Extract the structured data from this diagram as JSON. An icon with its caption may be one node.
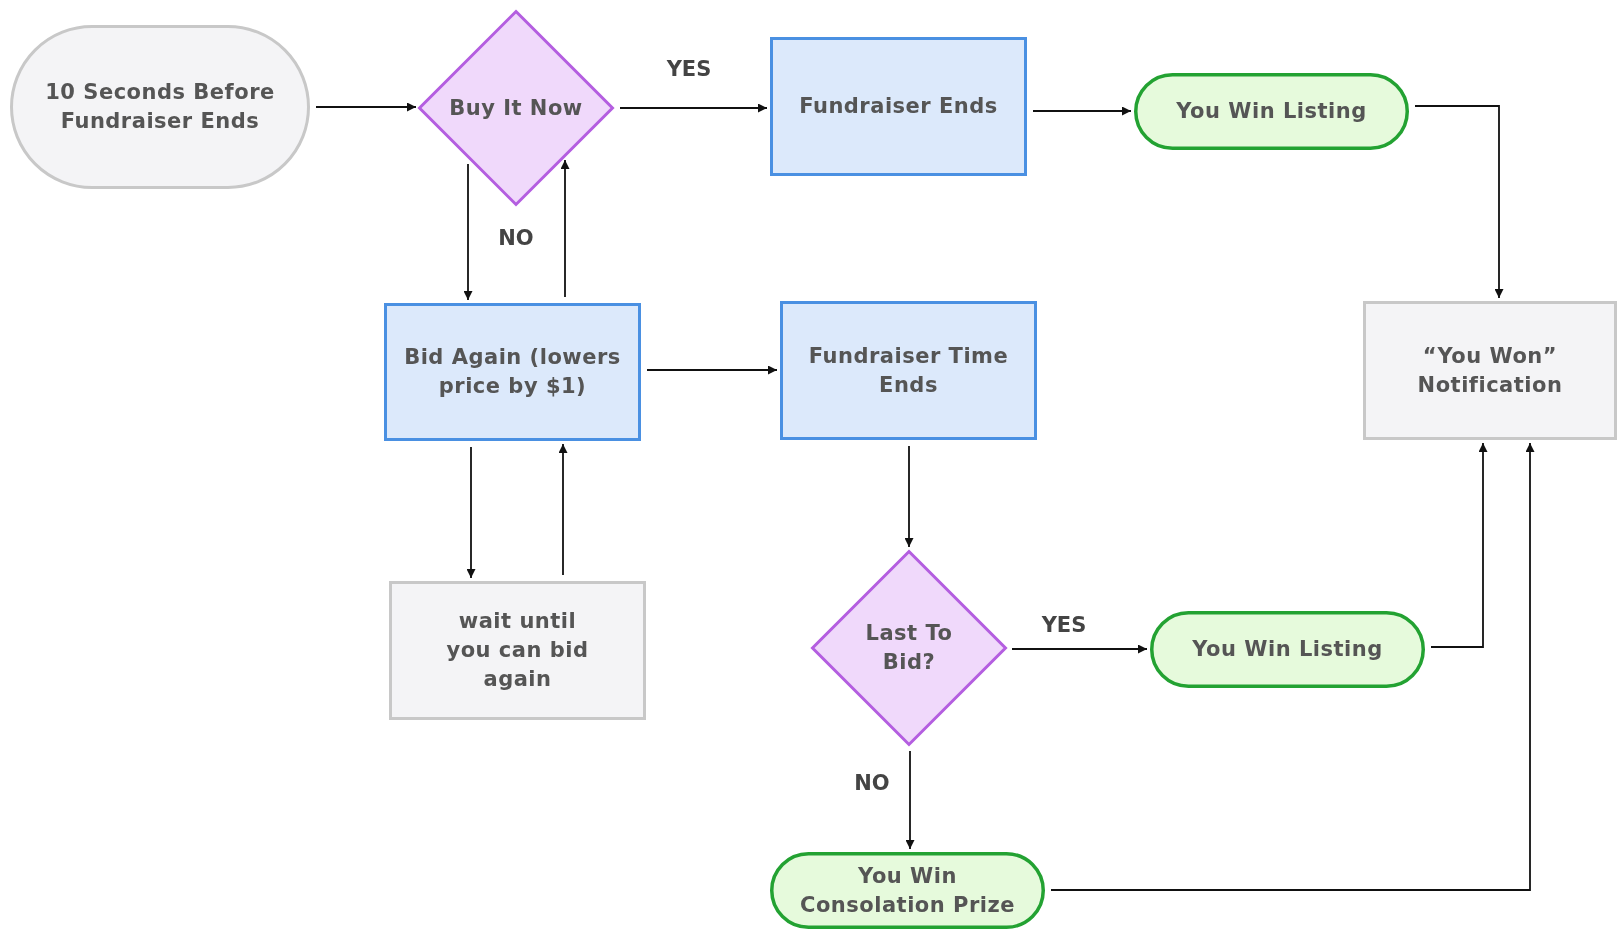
{
  "diagram": {
    "nodes": [
      {
        "text": [
          "10 Seconds Before Fundraiser Ends"
        ]
      },
      {
        "text": [
          "Buy It Now"
        ]
      },
      {
        "text": [
          "Fundraiser Ends"
        ]
      },
      {
        "text": [
          "You Win Listing"
        ]
      },
      {
        "text": [
          "Bid Again (lowers price by $1)"
        ]
      },
      {
        "text": [
          "Fundraiser Time Ends"
        ]
      },
      {
        "text": [
          "“You Won” Notification"
        ]
      },
      {
        "text": [
          "wait until you can bid again"
        ]
      },
      {
        "text": [
          "Last To Bid?"
        ]
      },
      {
        "text": [
          "You Win Listing"
        ]
      },
      {
        "text": [
          "You Win Consolation Prize"
        ]
      }
    ],
    "edges": [
      {
        "from": 0,
        "to": 1,
        "arrow": "to"
      },
      {
        "from": 1,
        "to": 2,
        "arrow": "to",
        "label": "YES"
      },
      {
        "from": 2,
        "to": 3,
        "arrow": "to"
      },
      {
        "from": 3,
        "to": 6,
        "arrow": "to"
      },
      {
        "from": 1,
        "to": 4,
        "arrow": "to",
        "label": "NO"
      },
      {
        "from": 4,
        "to": 1,
        "arrow": "to"
      },
      {
        "from": 4,
        "to": 5,
        "arrow": "to"
      },
      {
        "from": 4,
        "to": 7,
        "arrow": "to"
      },
      {
        "from": 7,
        "to": 4,
        "arrow": "to"
      },
      {
        "from": 5,
        "to": 8,
        "arrow": "to"
      },
      {
        "from": 8,
        "to": 9,
        "arrow": "to",
        "label": "YES"
      },
      {
        "from": 8,
        "to": 10,
        "arrow": "to",
        "label": "NO"
      },
      {
        "from": 9,
        "to": 6,
        "arrow": "to"
      },
      {
        "from": 10,
        "to": 6,
        "arrow": "to"
      }
    ]
  }
}
